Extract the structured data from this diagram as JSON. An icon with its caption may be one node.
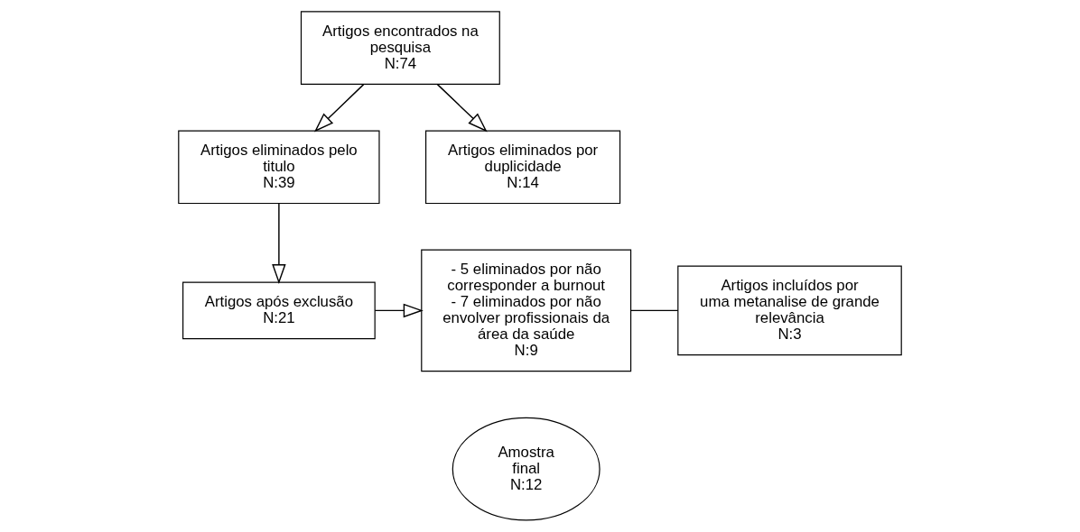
{
  "diagram": {
    "nodes": [
      {
        "text": [
          "Artigos encontrados na pesquisa",
          "N:74"
        ]
      },
      {
        "text": [
          "Artigos eliminados pelo titulo",
          "N:39"
        ]
      },
      {
        "text": [
          "Artigos eliminados por duplicidade",
          "N:14"
        ]
      },
      {
        "text": [
          "Artigos após exclusão",
          "N:21"
        ]
      },
      {
        "text": [
          "- 5 eliminados por não corresponder a burnout",
          "- 7 eliminados por não envolver profissionais da área da saúde",
          "N:9"
        ]
      },
      {
        "text": [
          "Artigos incluídos por uma metanalise de grande relevância",
          "N:3"
        ]
      },
      {
        "text": [
          "Amostra final",
          "N:12"
        ]
      }
    ],
    "edges": [
      {
        "from": 0,
        "to": 1,
        "arrow": "to"
      },
      {
        "from": 0,
        "to": 2,
        "arrow": "to"
      },
      {
        "from": 1,
        "to": 3,
        "arrow": "to"
      },
      {
        "from": 3,
        "to": 4,
        "arrow": "to"
      },
      {
        "from": 4,
        "to": 5,
        "arrow": "none"
      }
    ]
  }
}
